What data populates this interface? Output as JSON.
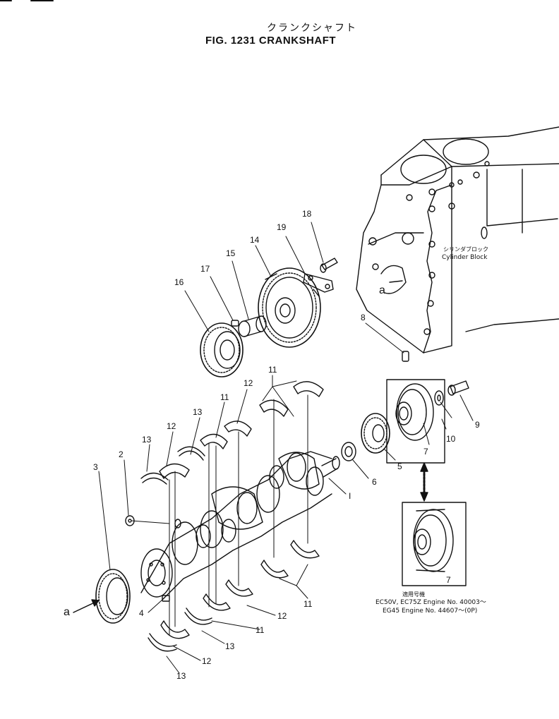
{
  "header": {
    "title_jp": "クランクシャフト",
    "title_en": "FIG. 1231  CRANKSHAFT"
  },
  "labels": {
    "cylinder_block_jp": "シリンダブロック",
    "cylinder_block_en": "Cylinder Block",
    "view_a_main": "a",
    "view_a_block": "a",
    "roman_one": "I"
  },
  "callouts": {
    "n1": "2",
    "n2": "3",
    "n3": "4",
    "n4": "5",
    "n5": "6",
    "n6": "7",
    "n7": "7",
    "n8": "8",
    "n9": "9",
    "n10": "10",
    "n11a": "11",
    "n11b": "11",
    "n11c": "11",
    "n11d": "11",
    "n12a": "12",
    "n12b": "12",
    "n12c": "12",
    "n12d": "12",
    "n13a": "13",
    "n13b": "13",
    "n13c": "13",
    "n13d": "13",
    "n14": "14",
    "n15": "15",
    "n16": "16",
    "n17": "17",
    "n18": "18",
    "n19": "19"
  },
  "applicability": {
    "heading": "適用号機",
    "line1": "EC50V, EC75Z  Engine  No. 40003～",
    "line2": "EG45   Engine  No. 44607～(0P)"
  }
}
